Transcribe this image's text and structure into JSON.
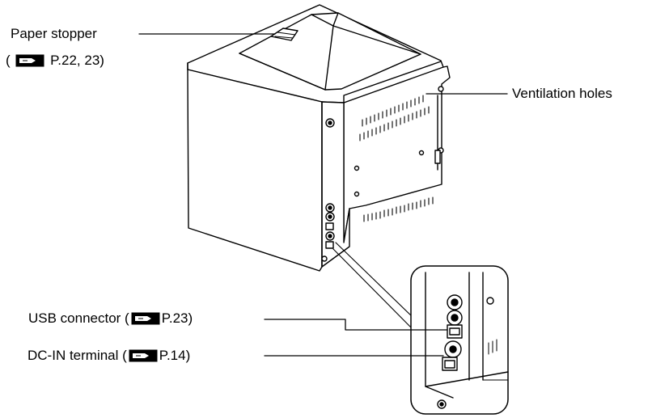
{
  "callouts": {
    "paper_stopper": {
      "label": "Paper stopper",
      "open_paren": "(",
      "ref": "P.22, 23)"
    },
    "ventilation": {
      "label": "Ventilation holes"
    },
    "usb": {
      "label": "USB connector (",
      "ref": "P.23)"
    },
    "dc_in": {
      "label": "DC-IN terminal (",
      "ref": "P.14)"
    }
  },
  "icons": {
    "reference": "pointing-hand-reference-icon"
  }
}
